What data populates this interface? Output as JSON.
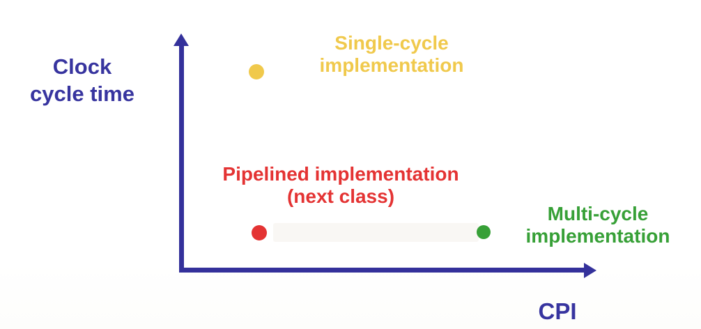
{
  "chart_data": {
    "type": "scatter",
    "title": "",
    "xlabel": "CPI",
    "ylabel": "Clock\ncycle time",
    "axes_numeric": false,
    "grid": false,
    "legend": false,
    "accent_blue": "#37349f",
    "axis_color": "#34319b",
    "x_axis_note": "unlabeled qualitative axis with right arrowhead",
    "y_axis_note": "unlabeled qualitative axis with up arrowhead",
    "points": [
      {
        "id": "single-cycle",
        "label": "Single-cycle\nimplementation",
        "x_rel": 0.181,
        "y_rel": 0.848,
        "cpi": "low",
        "clock_cycle_time": "high",
        "r": 11,
        "color": "#f0c94c"
      },
      {
        "id": "pipelined",
        "label": "Pipelined implementation\n(next class)",
        "x_rel": 0.188,
        "y_rel": 0.161,
        "cpi": "low",
        "clock_cycle_time": "low",
        "r": 11,
        "color": "#e43333"
      },
      {
        "id": "multi-cycle",
        "label": "Multi-cycle\nimplementation",
        "x_rel": 0.73,
        "y_rel": 0.164,
        "cpi": "high",
        "clock_cycle_time": "low",
        "r": 10,
        "color": "#37a037"
      }
    ]
  }
}
